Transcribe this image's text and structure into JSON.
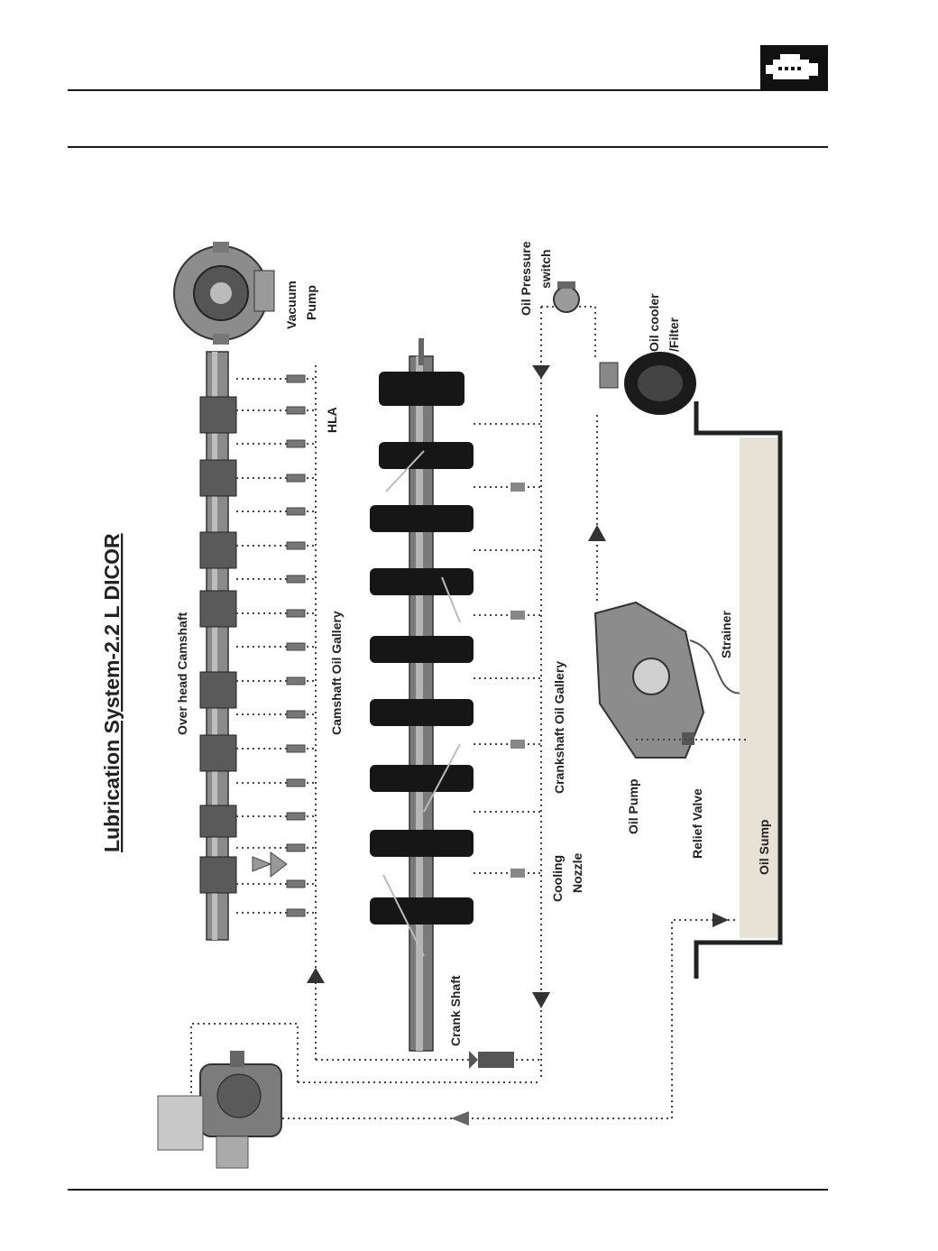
{
  "title": "Lubrication System-2.2 L DICOR",
  "labels": {
    "overhead_camshaft": "Over head Camshaft",
    "camshaft_gallery": "Camshaft Oil Gallery",
    "hla": "HLA",
    "vacuum_pump_line1": "Vacuum",
    "vacuum_pump_line2": "Pump",
    "oil_pressure_line1": "Oil Pressure",
    "oil_pressure_line2": "switch",
    "oil_cooler_line1": "Oil cooler",
    "oil_cooler_line2": "/Filter",
    "crankshaft_gallery": "Crankshaft Oil Gallery",
    "cooling_nozzle_line1": "Cooling",
    "cooling_nozzle_line2": "Nozzle",
    "crank_shaft": "Crank Shaft",
    "oil_pump": "Oil Pump",
    "relief_valve": "Relief Valve",
    "strainer": "Strainer",
    "oil_sump": "Oil Sump"
  },
  "colors": {
    "header_icon_bg": "#111111",
    "crank_web": "#161616",
    "sump_oil": "#e6e2d6"
  },
  "icons": {
    "header": "engine-icon"
  }
}
